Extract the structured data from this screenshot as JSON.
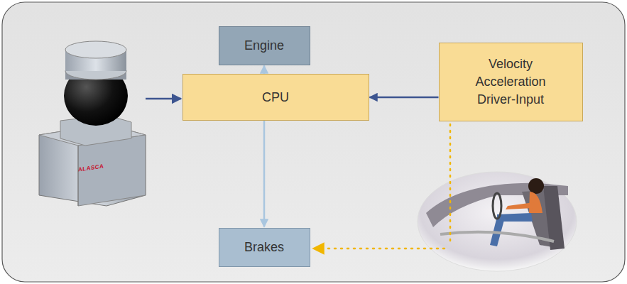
{
  "diagram": {
    "nodes": [
      {
        "text": [
          "Engine"
        ]
      },
      {
        "text": [
          "CPU"
        ]
      },
      {
        "text": [
          "Velocity",
          "Acceleration",
          "Driver-Input"
        ]
      },
      {
        "text": [
          "Brakes"
        ]
      }
    ],
    "edges": [
      {
        "from": 1,
        "to": 0,
        "arrow": "to"
      },
      {
        "from": 1,
        "to": 3,
        "arrow": "to"
      },
      {
        "from": 2,
        "to": 1,
        "arrow": "to"
      }
    ],
    "labels": [
      "ALASCA"
    ]
  }
}
